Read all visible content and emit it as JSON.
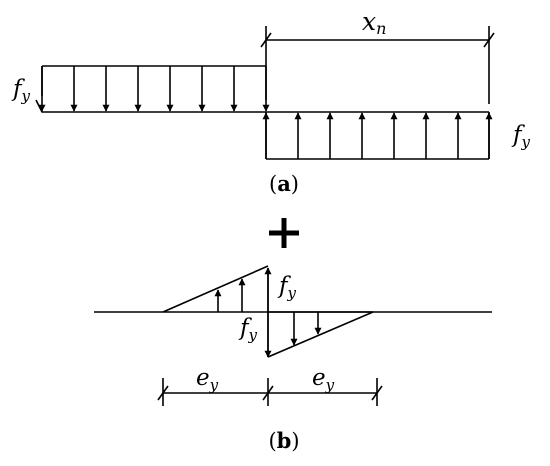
{
  "panel_a": {
    "caption_open": "(",
    "caption_letter": "a",
    "caption_close": ")",
    "xn_label": "x",
    "xn_sub": "n",
    "fy_left": "f",
    "fy_left_sub": "y",
    "fy_right": "f",
    "fy_right_sub": "y"
  },
  "plus_sign": "+",
  "panel_b": {
    "caption_open": "(",
    "caption_letter": "b",
    "caption_close": ")",
    "fy_top": "f",
    "fy_top_sub": "y",
    "fy_bottom": "f",
    "fy_bottom_sub": "y",
    "ey_left": "e",
    "ey_left_sub": "y",
    "ey_right": "e",
    "ey_right_sub": "y"
  }
}
